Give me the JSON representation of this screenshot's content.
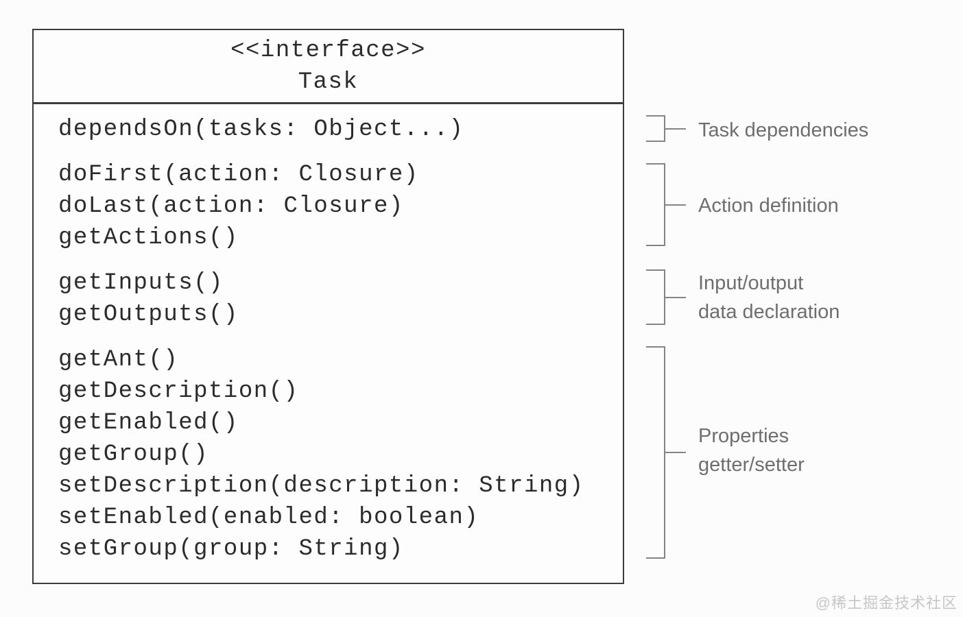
{
  "interface": {
    "stereotype": "<<interface>>",
    "name": "Task"
  },
  "method_groups": [
    {
      "name": "task-dependencies",
      "methods": [
        "dependsOn(tasks: Object...)"
      ],
      "annotation": [
        "Task dependencies"
      ]
    },
    {
      "name": "action-definition",
      "methods": [
        "doFirst(action: Closure)",
        "doLast(action: Closure)",
        "getActions()"
      ],
      "annotation": [
        "Action definition"
      ]
    },
    {
      "name": "input-output-declaration",
      "methods": [
        "getInputs()",
        "getOutputs()"
      ],
      "annotation": [
        "Input/output",
        "data declaration"
      ]
    },
    {
      "name": "properties-getter-setter",
      "methods": [
        "getAnt()",
        "getDescription()",
        "getEnabled()",
        "getGroup()",
        "setDescription(description: String)",
        "setEnabled(enabled: boolean)",
        "setGroup(group: String)"
      ],
      "annotation": [
        "Properties",
        "getter/setter"
      ]
    }
  ],
  "watermark": {
    "text": "@稀土掘金技术社区"
  },
  "colors": {
    "background": "#fcfcfc",
    "box_border": "#3c3c3c",
    "method_text": "#2b2b2b",
    "bracket": "#848484",
    "annotation_text": "#6e6e6e",
    "watermark_text": "#c6c6c6"
  }
}
